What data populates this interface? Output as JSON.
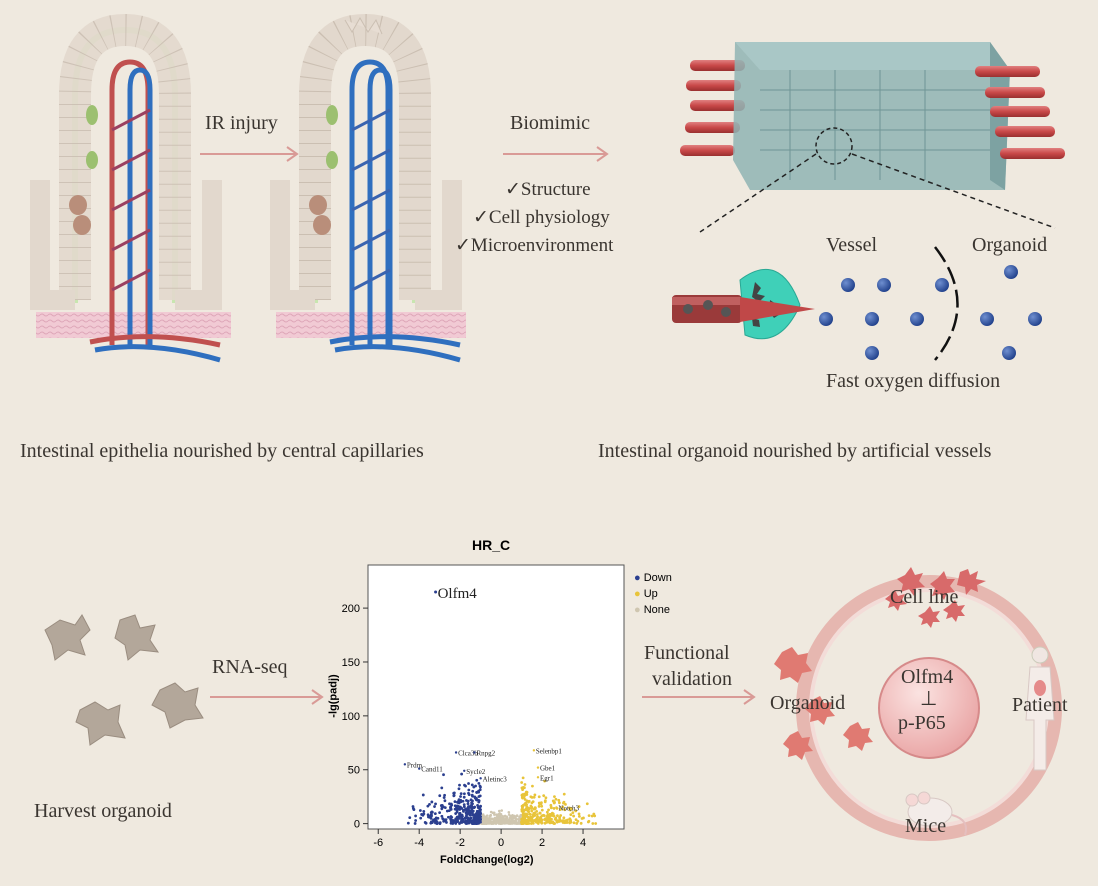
{
  "top": {
    "arrow1_label": "IR injury",
    "arrow2_label": "Biomimic",
    "checklist": [
      "✓Structure",
      "✓Cell physiology",
      "✓Microenvironment"
    ],
    "vessel_label": "Vessel",
    "organoid_label": "Organoid",
    "diffusion_label": "Fast oxygen diffusion",
    "left_caption": "Intestinal epithelia nourished by central capillaries",
    "right_caption": "Intestinal organoid nourished by artificial vessels"
  },
  "bottom": {
    "harvest_label": "Harvest organoid",
    "rnaseq_label": "RNA-seq",
    "functional_label_1": "Functional",
    "functional_label_2": "validation",
    "circle": {
      "cell_line": "Cell line",
      "organoid": "Organoid",
      "patient": "Patient",
      "mice": "Mice",
      "center_top": "Olfm4",
      "center_symbol": "⊥",
      "center_bottom": "p-P65"
    }
  },
  "chart_data": {
    "type": "scatter",
    "title": "HR_C",
    "xlabel": "FoldChange(log2)",
    "ylabel": "-lg(padj)",
    "xlim": [
      -6.5,
      6
    ],
    "ylim": [
      -5,
      240
    ],
    "x_ticks": [
      "-6",
      "-4",
      "-2",
      "0",
      "2",
      "4"
    ],
    "y_ticks": [
      "0",
      "50",
      "100",
      "150",
      "200"
    ],
    "legend": [
      {
        "name": "Down",
        "color": "#2b3f8f"
      },
      {
        "name": "Up",
        "color": "#e8c43a"
      },
      {
        "name": "None",
        "color": "#cfc6b0"
      }
    ],
    "legend_position": "top-right",
    "labeled_points": [
      {
        "label": "Olfm4",
        "x": -3.2,
        "y": 215
      },
      {
        "label": "Clca3b",
        "x": -2.2,
        "y": 66
      },
      {
        "label": "Rnpg2",
        "x": -1.3,
        "y": 66
      },
      {
        "label": "Selenbp1",
        "x": 1.6,
        "y": 68
      },
      {
        "label": "Prdm",
        "x": -4.7,
        "y": 55
      },
      {
        "label": "Cand11",
        "x": -4.0,
        "y": 51
      },
      {
        "label": "Sycle2",
        "x": -1.8,
        "y": 49
      },
      {
        "label": "Aletinc3",
        "x": -1.0,
        "y": 42
      },
      {
        "label": "Gbe1",
        "x": 1.8,
        "y": 52
      },
      {
        "label": "Egr1",
        "x": 1.8,
        "y": 43
      },
      {
        "label": "Notch3",
        "x": 2.7,
        "y": 15
      }
    ]
  }
}
